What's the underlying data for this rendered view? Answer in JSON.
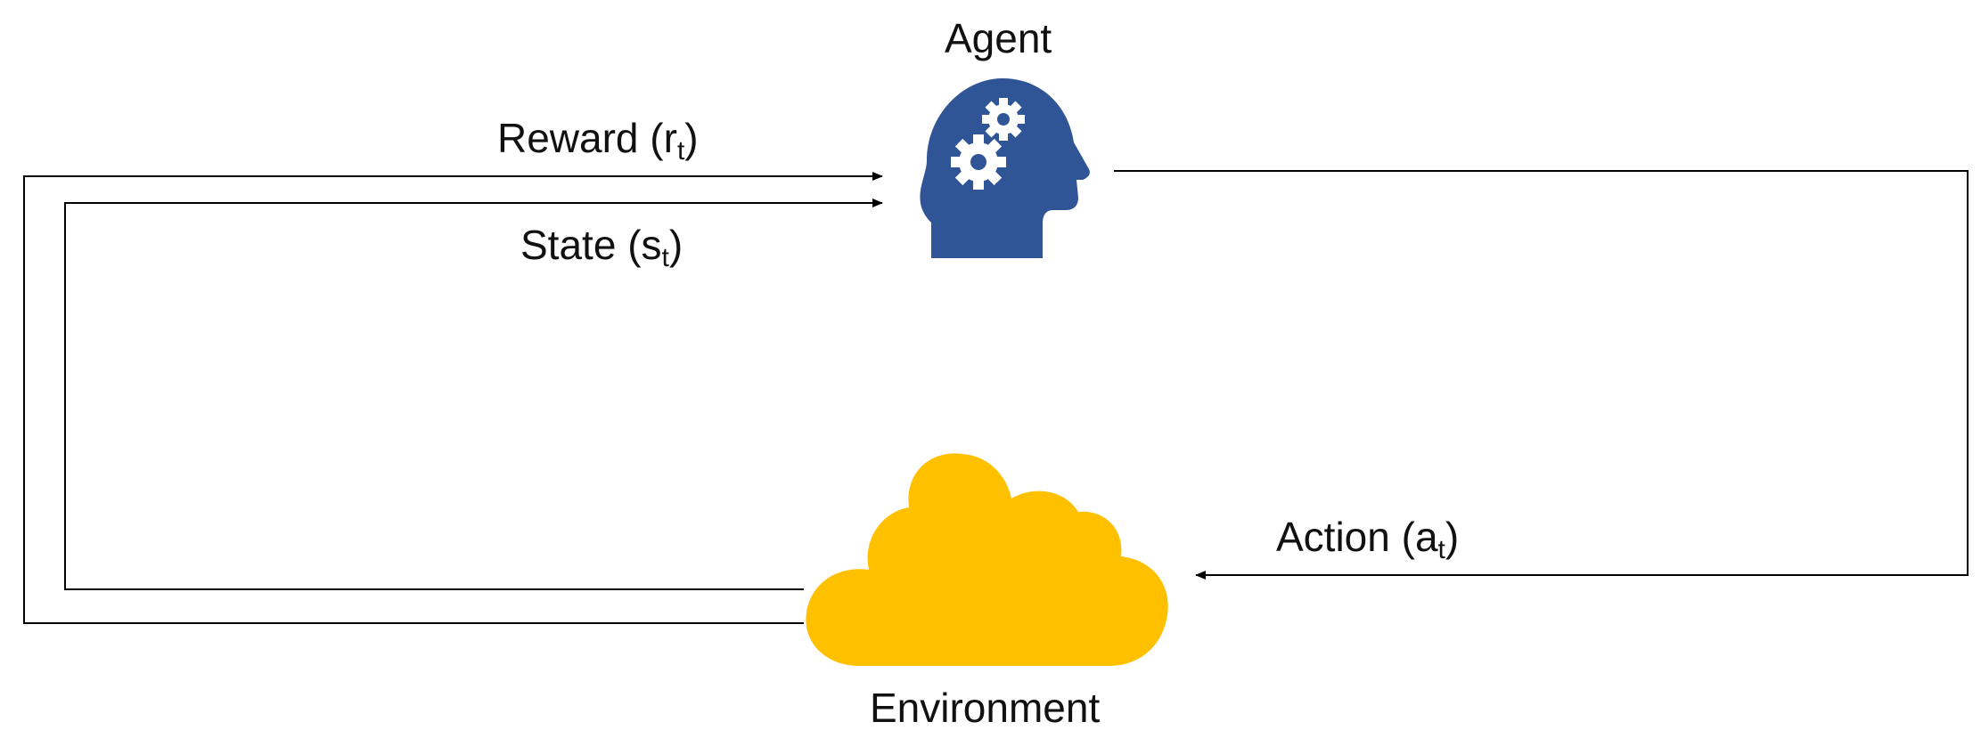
{
  "agent": {
    "label": "Agent",
    "icon": "head-gears-icon",
    "color": "#2F5597"
  },
  "environment": {
    "label": "Environment",
    "icon": "cloud-icon",
    "color": "#FFC000"
  },
  "reward": {
    "text": "Reward (r",
    "sub": "t",
    "close": ")"
  },
  "state": {
    "text": "State (s",
    "sub": "t",
    "close": ")"
  },
  "action": {
    "text": "Action (a",
    "sub": "t",
    "close": ")"
  },
  "line_color": "#000000"
}
